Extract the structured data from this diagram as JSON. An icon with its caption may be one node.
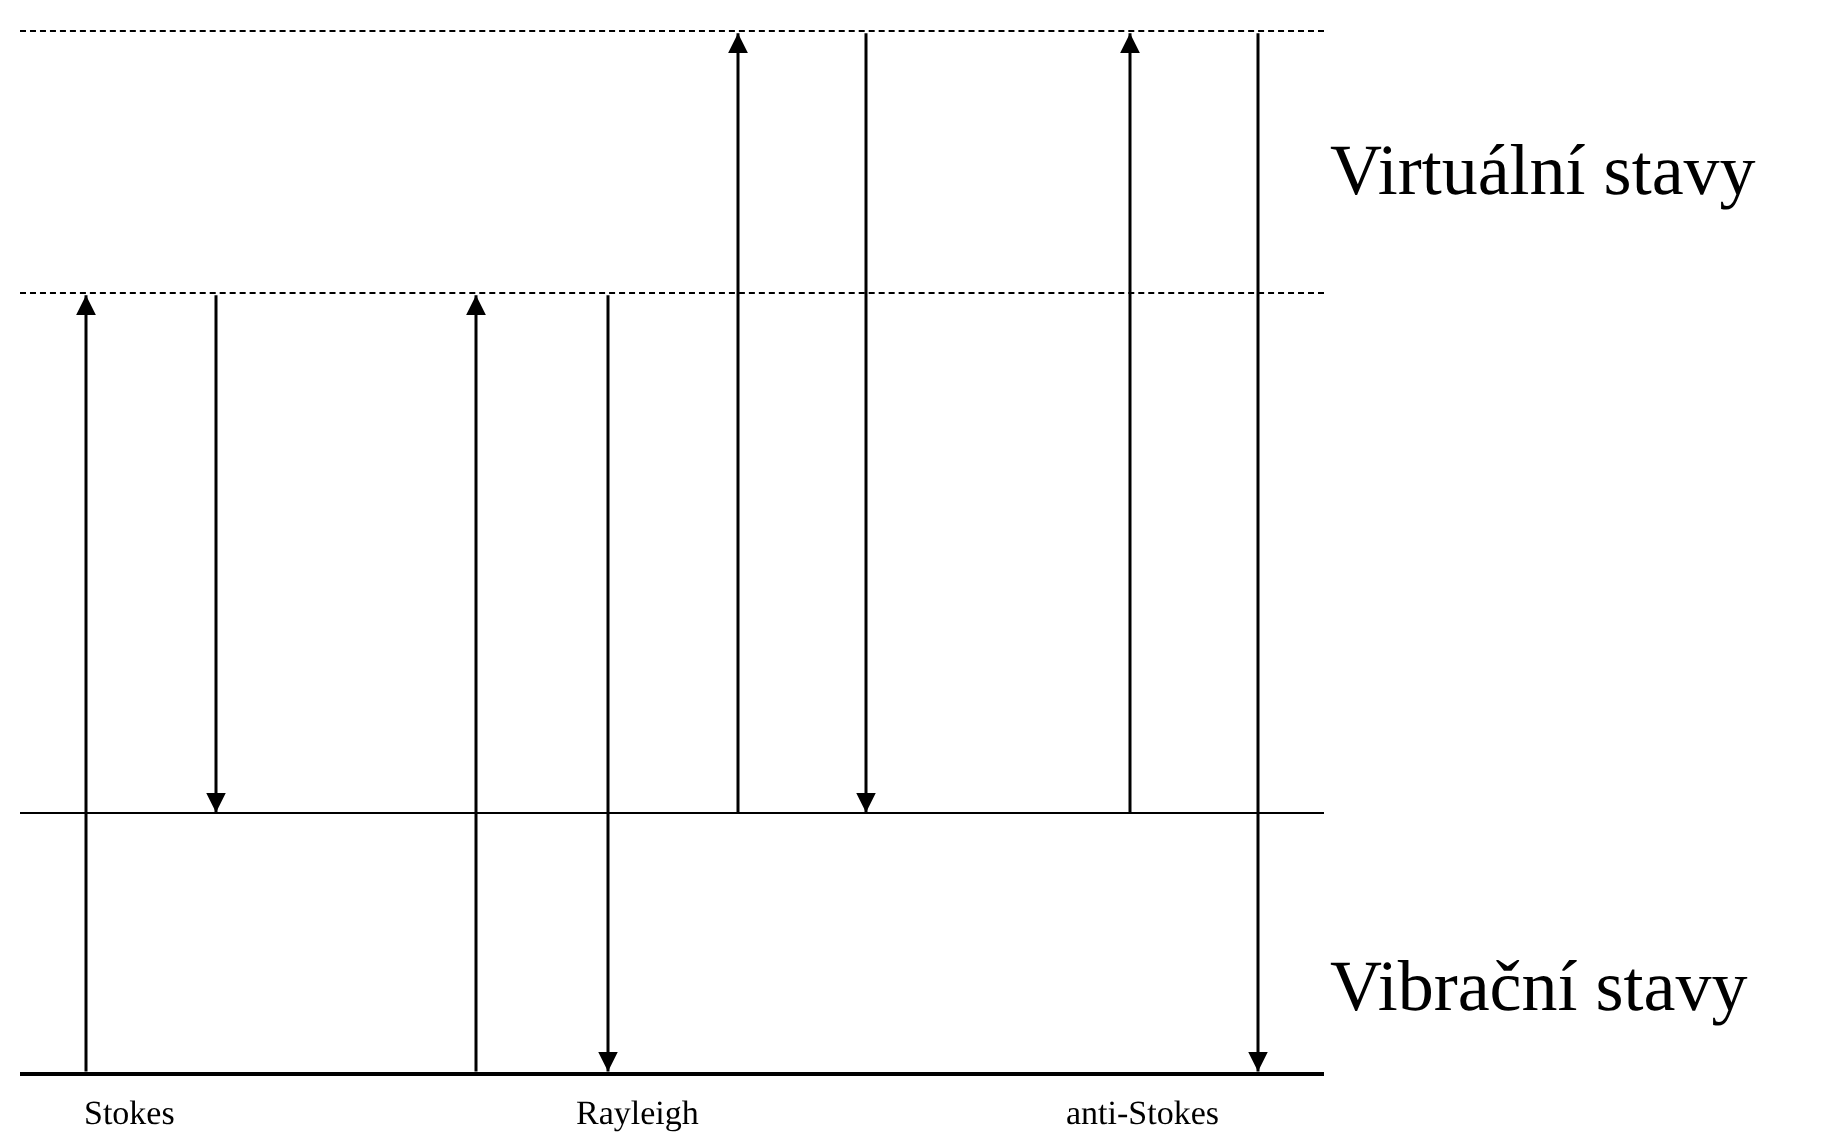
{
  "diagram": {
    "nodes": [
      {
        "text": [],
        "shape": "bar"
      },
      {
        "text": [],
        "shape": "bar"
      },
      {
        "text": [],
        "shape": "bar"
      },
      {
        "text": [],
        "shape": "bar"
      }
    ],
    "edges": [
      {
        "from": 3,
        "to": 1,
        "arrow": "to"
      },
      {
        "from": 1,
        "to": 2,
        "arrow": "to"
      },
      {
        "from": 3,
        "to": 1,
        "arrow": "to"
      },
      {
        "from": 1,
        "to": 3,
        "arrow": "to"
      },
      {
        "from": 2,
        "to": 0,
        "arrow": "to"
      },
      {
        "from": 0,
        "to": 2,
        "arrow": "to"
      },
      {
        "from": 2,
        "to": 0,
        "arrow": "to"
      },
      {
        "from": 0,
        "to": 3,
        "arrow": "to"
      }
    ],
    "labels": [
      "Virtuální stavy",
      "Vibrační stavy",
      "Stokes",
      "Rayleigh",
      "anti-Stokes"
    ]
  }
}
